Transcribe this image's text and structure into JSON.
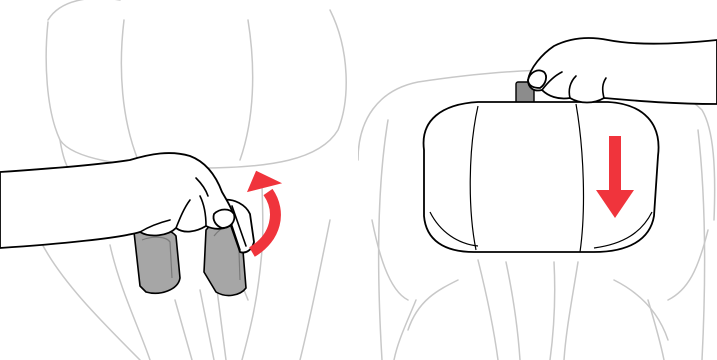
{
  "figure": {
    "panels": [
      {
        "id": "left",
        "step": "fold-back-harness-pad",
        "arrow_icon": "curved-arrow-up-icon",
        "arrow_color": "#f0343c",
        "pad_color": "#a6a6a6"
      },
      {
        "id": "right",
        "step": "push-headrest-down",
        "arrow_icon": "arrow-down-icon",
        "arrow_color": "#f0343c",
        "pad_color": "#8c8c8c"
      }
    ],
    "line_colors": {
      "seat_outline": "#c8c8c8",
      "hand_outline": "#000000"
    }
  }
}
